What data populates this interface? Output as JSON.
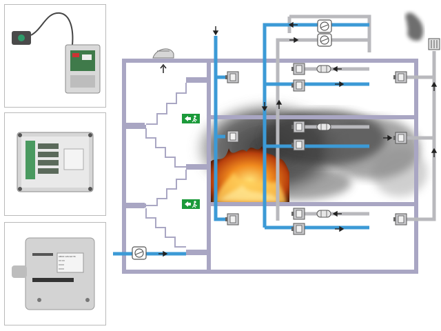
{
  "colors": {
    "wall": "#a9a6c3",
    "supply_duct": "#3c9ad6",
    "exhaust_duct": "#b9b9bd",
    "smoke": "#3a3a3a",
    "fire": "#e8791c",
    "exit_sign": "#1b9a3a",
    "damper_body": "#c9c9cc"
  },
  "icons": {
    "fire_damper": "fire-damper-icon",
    "fan": "fan-icon",
    "exit_sign": "emergency-exit-sign-icon",
    "airflow_arrow": "airflow-arrow-icon",
    "roof_vent": "roof-ventilation-cowl-icon",
    "exhaust_stack": "exhaust-stack-icon"
  },
  "products": [
    {
      "id": "sensor-module",
      "icon": "sensor-with-cable-icon"
    },
    {
      "id": "open-control-box",
      "icon": "open-control-box-icon"
    },
    {
      "id": "junction-box",
      "icon": "junction-box-icon",
      "label_lines": [
        "ABCD 1234 EF 56",
        "XX:XX",
        "XXXX",
        "XXXX"
      ]
    }
  ],
  "diagram": {
    "floors": 3,
    "fire_location": "middle floor, left",
    "smoke_direction": "right"
  }
}
